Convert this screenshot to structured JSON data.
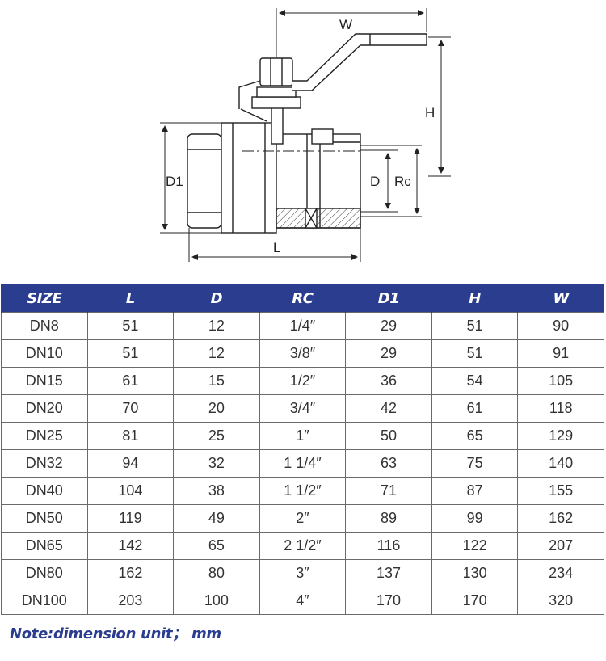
{
  "diagram": {
    "labels": {
      "w": "W",
      "h": "H",
      "d1": "D1",
      "d": "D",
      "rc": "Rc",
      "l": "L"
    }
  },
  "table": {
    "headers": [
      "SIZE",
      "L",
      "D",
      "RC",
      "D1",
      "H",
      "W"
    ],
    "rows": [
      [
        "DN8",
        "51",
        "12",
        "1/4″",
        "29",
        "51",
        "90"
      ],
      [
        "DN10",
        "51",
        "12",
        "3/8″",
        "29",
        "51",
        "91"
      ],
      [
        "DN15",
        "61",
        "15",
        "1/2″",
        "36",
        "54",
        "105"
      ],
      [
        "DN20",
        "70",
        "20",
        "3/4″",
        "42",
        "61",
        "118"
      ],
      [
        "DN25",
        "81",
        "25",
        "1″",
        "50",
        "65",
        "129"
      ],
      [
        "DN32",
        "94",
        "32",
        "1 1/4″",
        "63",
        "75",
        "140"
      ],
      [
        "DN40",
        "104",
        "38",
        "1 1/2″",
        "71",
        "87",
        "155"
      ],
      [
        "DN50",
        "119",
        "49",
        "2″",
        "89",
        "99",
        "162"
      ],
      [
        "DN65",
        "142",
        "65",
        "2 1/2″",
        "116",
        "122",
        "207"
      ],
      [
        "DN80",
        "162",
        "80",
        "3″",
        "137",
        "130",
        "234"
      ],
      [
        "DN100",
        "203",
        "100",
        "4″",
        "170",
        "170",
        "320"
      ]
    ]
  },
  "note": "Note:dimension unit； mm",
  "colors": {
    "header_bg": "#2b3d8f",
    "header_text": "#ffffff",
    "note_text": "#2b3d8f",
    "cell_border": "#6a6a6a"
  }
}
